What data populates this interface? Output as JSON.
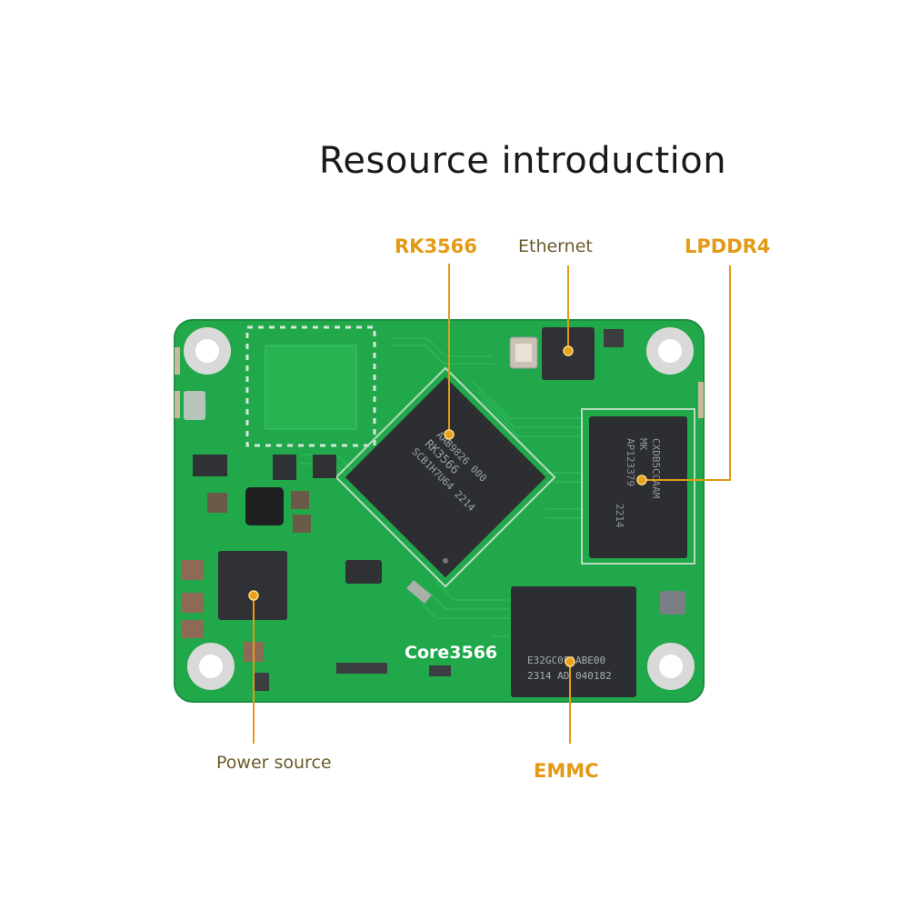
{
  "title": "Resource introduction",
  "board_marking": "Core3566",
  "chips": {
    "soc": {
      "line1": "RK3566",
      "line2": "SCB1H7U64 2214",
      "line3": "AAB9826 000"
    },
    "ram": {
      "line1": "CXDB5CCAAM",
      "line2": "MK",
      "line3": "AP123379",
      "line4": "2214"
    },
    "emmc": {
      "line1": "E32GC0F1ABE00",
      "line2": "2314 AD 040182"
    }
  },
  "labels": {
    "rk3566": "RK3566",
    "ethernet": "Ethernet",
    "lpddr4": "LPDDR4",
    "power": "Power source",
    "emmc": "EMMC"
  },
  "colors": {
    "accent": "#e39a16",
    "pcb": "#20a84a",
    "chip": "#2b2d30"
  }
}
